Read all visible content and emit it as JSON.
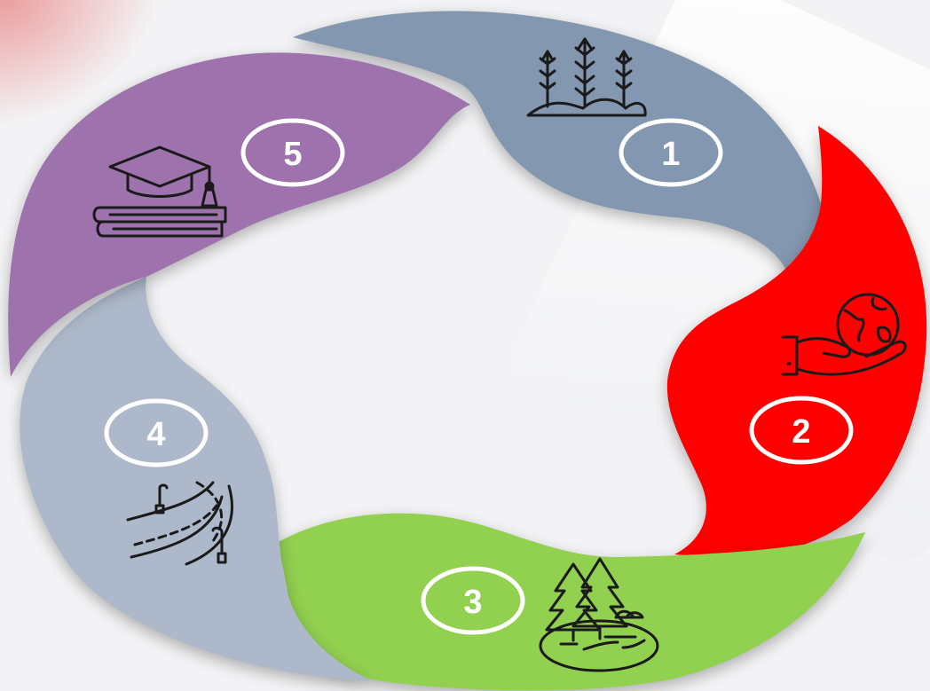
{
  "diagram": {
    "type": "cycle",
    "segments": [
      {
        "number": "1",
        "color": "#8497b0",
        "icon": "wheat-field-icon"
      },
      {
        "number": "2",
        "color": "#ff0000",
        "icon": "hand-holding-globe-icon"
      },
      {
        "number": "3",
        "color": "#92d050",
        "icon": "forest-lake-icon"
      },
      {
        "number": "4",
        "color": "#adb9ca",
        "icon": "road-streetlights-icon"
      },
      {
        "number": "5",
        "color": "#9e72ad",
        "icon": "graduation-books-icon"
      }
    ]
  }
}
